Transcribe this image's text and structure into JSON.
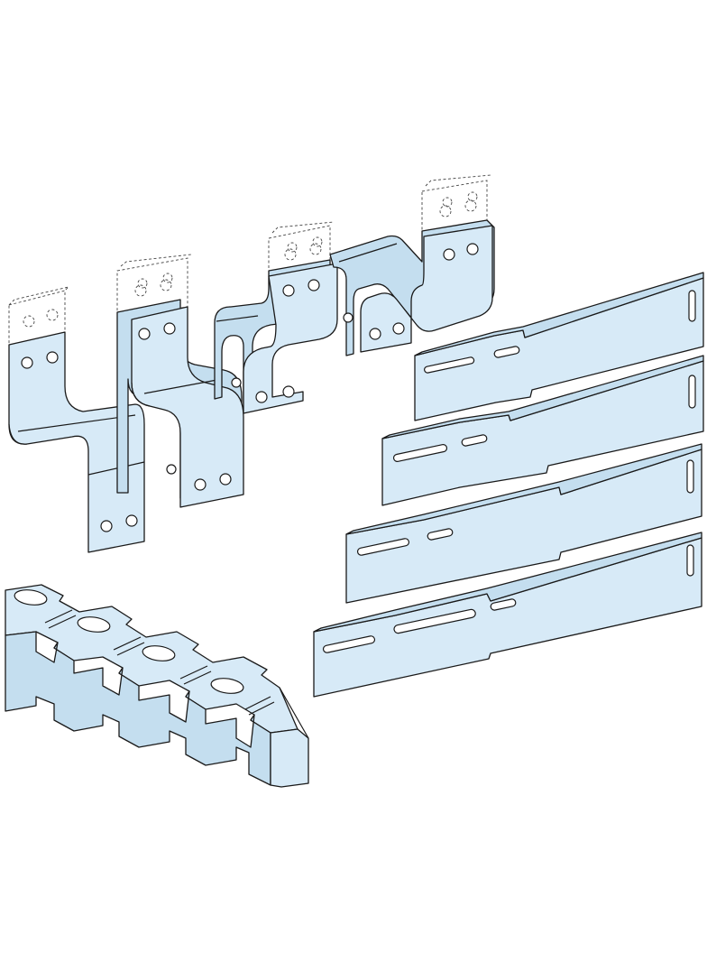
{
  "figure": {
    "background": "#ffffff",
    "part_fill": "#d7eaf7",
    "outline_color": "#1a1a1a",
    "components": [
      "flat-link-busbar",
      "offset-link-busbar",
      "double-offset-link-busbar",
      "extension-link-busbar",
      "slotted-plate",
      "busbar-support-insulator"
    ]
  }
}
